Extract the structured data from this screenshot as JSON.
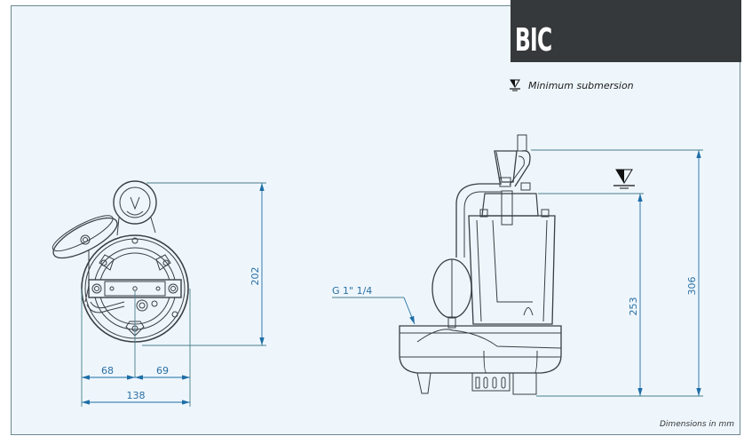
{
  "title": "BIC",
  "legend": {
    "icon": "minimum-submersion-symbol",
    "label": "Minimum submersion"
  },
  "footnote": "Dimensions in mm",
  "colors": {
    "background": "#eef6fc",
    "frame": "#6d8790",
    "title_bar": "#36393b",
    "title_text": "#ffffff",
    "dimension_line": "#1f6ea6",
    "drawing_line": "#3a3f44"
  },
  "top_view": {
    "dimensions": {
      "height": "202",
      "left_offset": "68",
      "right_offset": "69",
      "total_width": "138"
    }
  },
  "side_view": {
    "outlet_label": "G 1\" 1/4",
    "dimensions": {
      "min_submersion_height": "253",
      "total_height": "306"
    }
  }
}
